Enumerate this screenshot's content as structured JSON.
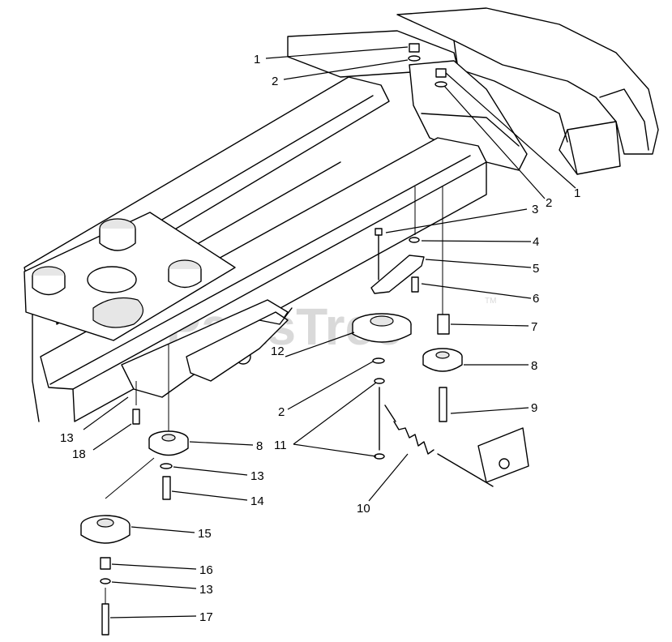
{
  "watermark": {
    "text": "PartsTree",
    "trademark": "TM"
  },
  "callouts": [
    {
      "id": "c1a",
      "text": "1"
    },
    {
      "id": "c2a",
      "text": "2"
    },
    {
      "id": "c1b",
      "text": "1"
    },
    {
      "id": "c2b",
      "text": "2"
    },
    {
      "id": "c3",
      "text": "3"
    },
    {
      "id": "c4",
      "text": "4"
    },
    {
      "id": "c5",
      "text": "5"
    },
    {
      "id": "c6",
      "text": "6"
    },
    {
      "id": "c7",
      "text": "7"
    },
    {
      "id": "c8a",
      "text": "8"
    },
    {
      "id": "c9",
      "text": "9"
    },
    {
      "id": "c12",
      "text": "12"
    },
    {
      "id": "c2c",
      "text": "2"
    },
    {
      "id": "c11",
      "text": "11"
    },
    {
      "id": "c10",
      "text": "10"
    },
    {
      "id": "c13a",
      "text": "13"
    },
    {
      "id": "c18",
      "text": "18"
    },
    {
      "id": "c8b",
      "text": "8"
    },
    {
      "id": "c13b",
      "text": "13"
    },
    {
      "id": "c14",
      "text": "14"
    },
    {
      "id": "c15",
      "text": "15"
    },
    {
      "id": "c16",
      "text": "16"
    },
    {
      "id": "c13c",
      "text": "13"
    },
    {
      "id": "c17",
      "text": "17"
    }
  ]
}
